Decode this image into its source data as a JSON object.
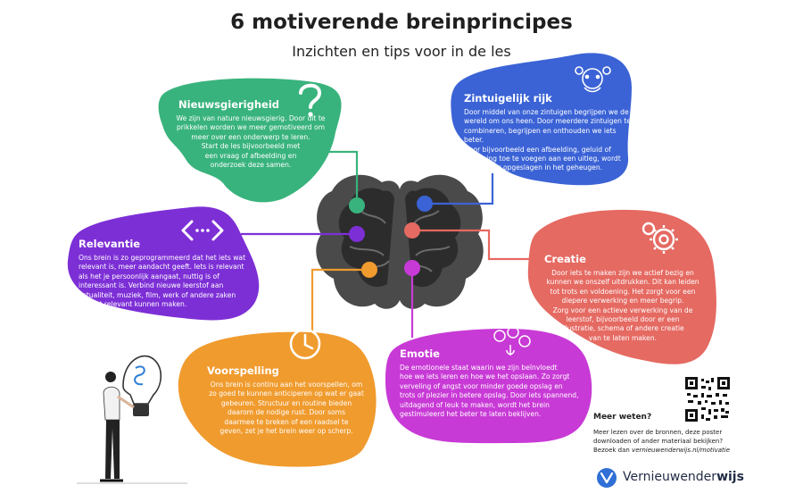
{
  "header": {
    "title": "6 motiverende breinprincipes",
    "subtitle": "Inzichten en tips voor in de les"
  },
  "colors": {
    "nieuwsgierigheid": "#39b37d",
    "zintuigelijk": "#3b63d6",
    "relevantie": "#7d2fd6",
    "creatie": "#e56a62",
    "voorspelling": "#f09b2e",
    "emotie": "#c83ad6",
    "brain": "#3a3a3a"
  },
  "cards": {
    "nieuwsgierigheid": {
      "title": "Nieuwsgierigheid",
      "lines": [
        "We zijn van nature nieuwsgierig. Door dit te",
        "prikkelen worden we meer gemotiveerd om",
        "meer over een onderwerp te leren.",
        "Start de les bijvoorbeeld met",
        "een vraag of afbeelding en",
        "onderzoek deze samen."
      ]
    },
    "zintuigelijk": {
      "title": "Zintuigelijk rijk",
      "lines": [
        "Door middel van onze zintuigen begrijpen we de",
        "wereld om ons heen. Door meerdere zintuigen te",
        "combineren, begrijpen en onthouden we iets beter.",
        "Door bijvoorbeeld een afbeelding, geluid of",
        "beweging toe te voegen aan een uitleg, wordt",
        "het sterker opgeslagen in het geheugen."
      ]
    },
    "relevantie": {
      "title": "Relevantie",
      "lines": [
        "Ons brein is zo geprogrammeerd dat het iets wat",
        "relevant is, meer aandacht geeft. Iets is relevant",
        "als het je persoonlijk aangaat, nuttig is of",
        "interessant is. Verbind nieuwe leerstof aan",
        "actualiteit, muziek, film, werk of andere zaken",
        "die het relevant kunnen maken."
      ]
    },
    "creatie": {
      "title": "Creatie",
      "lines": [
        "Door iets te maken zijn we actief bezig en",
        "kunnen we onszelf uitdrukken. Dit kan leiden",
        "tot trots en voldoening. Het zorgt voor een",
        "diepere verwerking en meer begrip.",
        "Zorg voor een actieve verwerking van de",
        "leerstof, bijvoorbeeld door er een",
        "illustratie, schema of andere creatie",
        "van te laten maken."
      ]
    },
    "voorspelling": {
      "title": "Voorspelling",
      "lines": [
        "Ons brein is continu aan het voorspellen, om",
        "zo goed te kunnen anticiperen op wat er gaat",
        "gebeuren. Structuur en routine bieden",
        "daarom de nodige rust. Door soms",
        "daarmee te breken of een raadsel te",
        "geven, zet je het brein weer op scherp."
      ]
    },
    "emotie": {
      "title": "Emotie",
      "lines": [
        "De emotionele staat waarin we zijn beïnvloedt",
        "hoe we iets leren en hoe we het opslaan. Zo zorgt",
        "verveling of angst voor minder goede opslag en",
        "trots of plezier in betere opslag. Door iets spannend,",
        "uitdagend of leuk te maken, wordt het brein",
        "gestimuleerd het beter te laten beklijven."
      ]
    }
  },
  "footer": {
    "meer_title": "Meer weten?",
    "meer_line1": "Meer lezen over de bronnen, deze poster",
    "meer_line2": "downloaden of ander materiaal bekijken?",
    "meer_line3_prefix": "Bezoek dan ",
    "meer_url": "vernieuwenderwijs.nl/motivatie",
    "brand_a": "Vernieuwender",
    "brand_b": "wijs"
  }
}
